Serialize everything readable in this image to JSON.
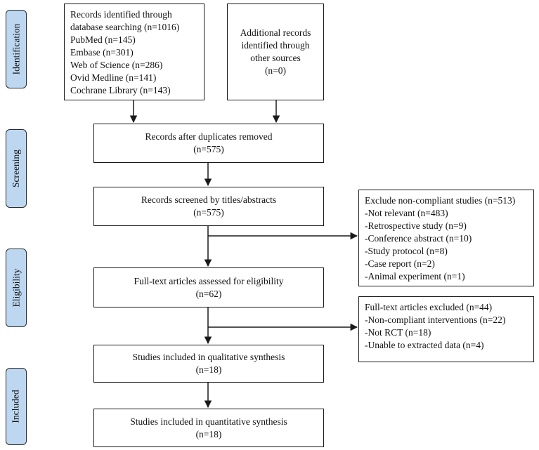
{
  "stages": {
    "identification": "Identification",
    "screening": "Screening",
    "eligibility": "Eligibility",
    "included": "Included"
  },
  "boxes": {
    "database": [
      "Records identified through",
      "database searching (n=1016)",
      "PubMed (n=145)",
      "Embase (n=301)",
      "Web of Science (n=286)",
      "Ovid Medline (n=141)",
      "Cochrane Library (n=143)"
    ],
    "additional": [
      "Additional records",
      "identified through",
      "other sources",
      "(n=0)"
    ],
    "duplicates": [
      "Records after duplicates removed",
      "(n=575)"
    ],
    "screened": [
      "Records screened by titles/abstracts",
      "(n=575)"
    ],
    "excluded_screen": [
      "Exclude non-compliant studies (n=513)",
      "-Not relevant (n=483)",
      "-Retrospective study (n=9)",
      "-Conference abstract (n=10)",
      "-Study protocol (n=8)",
      "-Case report (n=2)",
      "-Animal experiment (n=1)"
    ],
    "fulltext": [
      "Full-text articles assessed for eligibility",
      "(n=62)"
    ],
    "excluded_fulltext": [
      "Full-text articles excluded (n=44)",
      "-Non-compliant interventions (n=22)",
      "-Not RCT (n=18)",
      "-Unable to extracted data (n=4)"
    ],
    "qualitative": [
      "Studies included in qualitative synthesis",
      "(n=18)"
    ],
    "quantitative": [
      "Studies included in quantitative synthesis",
      "(n=18)"
    ]
  }
}
